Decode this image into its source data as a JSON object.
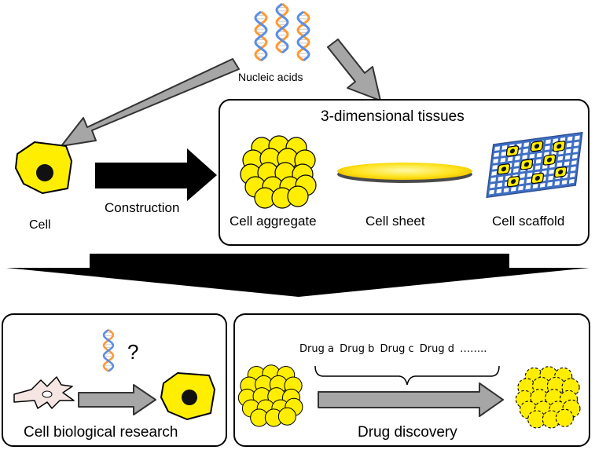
{
  "nucleic_acids": {
    "label": "Nucleic acids"
  },
  "tissues_panel": {
    "title": "3-dimensional tissues",
    "items": [
      {
        "label": "Cell aggregate"
      },
      {
        "label": "Cell sheet"
      },
      {
        "label": "Cell scaffold"
      }
    ]
  },
  "cell": {
    "label": "Cell"
  },
  "construction": {
    "label": "Construction"
  },
  "research_panel": {
    "title": "Cell biological research",
    "question_mark": "?"
  },
  "discovery_panel": {
    "title": "Drug discovery",
    "drugs": [
      "Drug a",
      "Drug b",
      "Drug c",
      "Drug d"
    ],
    "ellipsis": "…….."
  },
  "colors": {
    "cell_yellow": "#ffee00",
    "nucleus": "#111111",
    "gray_arrow": "#a6a6a6",
    "helix_orange": "#ff9933",
    "helix_blue": "#5b8ee6",
    "scaffold_blue": "#3f6fc4"
  }
}
